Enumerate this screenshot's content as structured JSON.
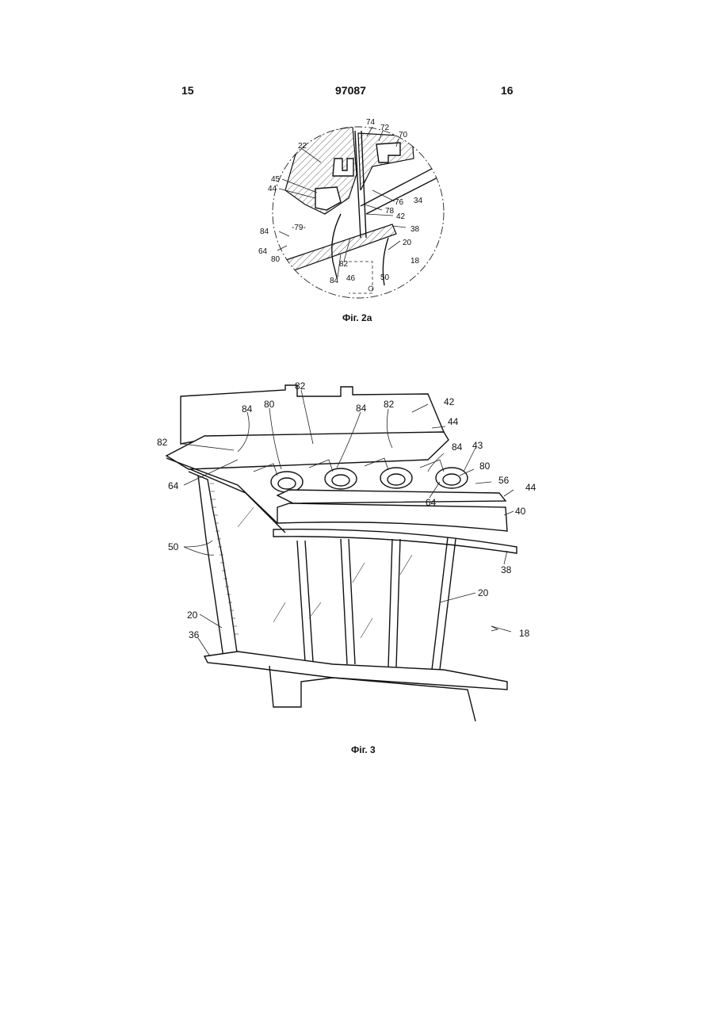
{
  "header": {
    "left_page": "15",
    "patent_number": "97087",
    "right_page": "16"
  },
  "figure_2a": {
    "caption": "Фіг. 2а",
    "labels": [
      "74",
      "72",
      "70",
      "22",
      "45",
      "44",
      "76",
      "34",
      "78",
      "42",
      "84",
      "-79-",
      "38",
      "64",
      "80",
      "20",
      "82",
      "18",
      "84",
      "46",
      "50"
    ]
  },
  "figure_3": {
    "caption": "Фіг. 3",
    "labels": [
      "82",
      "84",
      "80",
      "84",
      "82",
      "42",
      "44",
      "82",
      "84",
      "43",
      "80",
      "64",
      "56",
      "44",
      "64",
      "40",
      "50",
      "38",
      "20",
      "20",
      "36",
      "18"
    ]
  }
}
